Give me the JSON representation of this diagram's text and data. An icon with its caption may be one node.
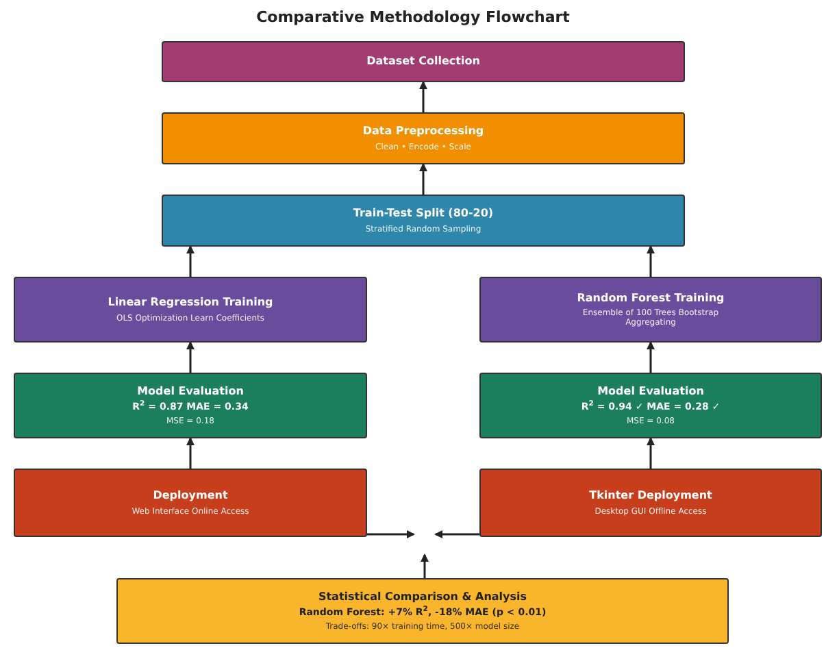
{
  "diagram": {
    "title": "Comparative Methodology Flowchart",
    "nodes": [
      {
        "text": [
          "Dataset Collection"
        ]
      },
      {
        "text": [
          "Data Preprocessing",
          "Clean • Encode • Scale"
        ]
      },
      {
        "text": [
          "Train-Test Split (80-20)",
          "Stratified Random Sampling"
        ]
      },
      {
        "text": [
          "Linear Regression Training",
          "OLS Optimization Learn Coefficients"
        ]
      },
      {
        "text": [
          "Random Forest Training",
          "Ensemble of 100 Trees Bootstrap Aggregating"
        ]
      },
      {
        "text": [
          "Model Evaluation",
          "R$^{2}$ = 0.87 MAE = 0.34",
          "MSE = 0.18"
        ]
      },
      {
        "text": [
          "Model Evaluation",
          "R$^{2}$ = 0.94 ✓ MAE = 0.28 ✓",
          "MSE = 0.08"
        ]
      },
      {
        "text": [
          "Deployment",
          "Web Interface Online Access"
        ]
      },
      {
        "text": [
          "Tkinter Deployment",
          "Desktop GUI Offline Access"
        ]
      },
      {
        "text": [
          "Statistical Comparison & Analysis",
          "Random Forest: +7% R$^{2}$, -18% MAE (p < 0.01)",
          "Trade-offs: 90× training time, 500× model size"
        ]
      }
    ],
    "edges": [
      {
        "from": 1,
        "to": 0,
        "arrow": "to"
      },
      {
        "from": 2,
        "to": 1,
        "arrow": "to"
      },
      {
        "from": 3,
        "to": 2,
        "arrow": "to"
      },
      {
        "from": 4,
        "to": 2,
        "arrow": "to"
      },
      {
        "from": 5,
        "to": 3,
        "arrow": "to"
      },
      {
        "from": 6,
        "to": 4,
        "arrow": "to"
      },
      {
        "from": 7,
        "to": 5,
        "arrow": "to"
      },
      {
        "from": 8,
        "to": 6,
        "arrow": "to"
      },
      {
        "from": 7,
        "to": null,
        "arrow": "to"
      },
      {
        "from": 8,
        "to": null,
        "arrow": "to"
      },
      {
        "from": 9,
        "to": null,
        "arrow": "to"
      }
    ]
  }
}
